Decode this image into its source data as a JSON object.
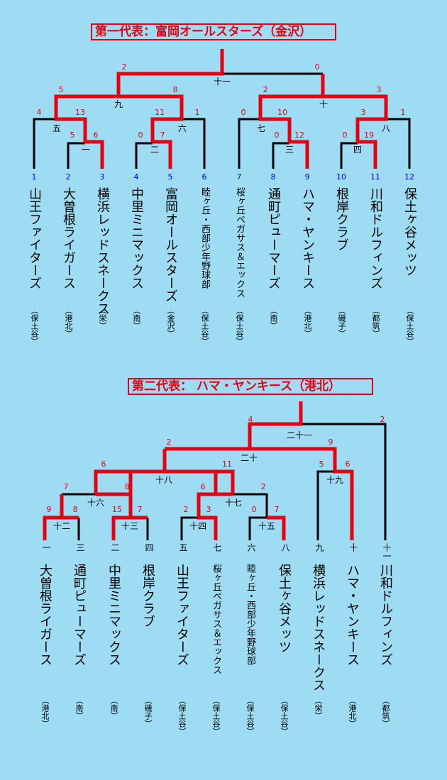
{
  "colors": {
    "background": "#9ddcf2",
    "winner": "#e60012",
    "line": "#000000",
    "seed_num": "#0000ff"
  },
  "bracket1": {
    "title": "第一代表：富岡オールスターズ（金沢）",
    "teams": [
      {
        "num": "1",
        "name": "山王ファイターズ",
        "area": "（保土谷）"
      },
      {
        "num": "2",
        "name": "大曽根ライガース",
        "area": "（港北）"
      },
      {
        "num": "3",
        "name": "横浜レッドスネークス",
        "area": "（栄）"
      },
      {
        "num": "4",
        "name": "中里ミニマックス",
        "area": "（南）"
      },
      {
        "num": "5",
        "name": "富岡オールスターズ",
        "area": "（金沢）"
      },
      {
        "num": "6",
        "name": "睦ヶ丘・西部少年野球部",
        "area": "（保土谷）"
      },
      {
        "num": "7",
        "name": "桜ヶ丘ペガサス＆エックス",
        "area": "（保土谷）"
      },
      {
        "num": "8",
        "name": "通町ピューマーズ",
        "area": "（南）"
      },
      {
        "num": "9",
        "name": "ハマ・ヤンキース",
        "area": "（港北）"
      },
      {
        "num": "10",
        "name": "根岸クラブ",
        "area": "（磯子）"
      },
      {
        "num": "11",
        "name": "川和ドルフィンズ",
        "area": "（都筑）"
      },
      {
        "num": "12",
        "name": "保土ヶ谷メッツ",
        "area": "（保土谷）"
      }
    ],
    "matches": [
      "一",
      "二",
      "三",
      "四",
      "五",
      "六",
      "七",
      "八",
      "九",
      "十",
      "十一"
    ],
    "scores": [
      "4",
      "13",
      "5",
      "6",
      "0",
      "7",
      "11",
      "1",
      "0",
      "10",
      "0",
      "12",
      "0",
      "3",
      "19",
      "1",
      "5",
      "8",
      "2",
      "3",
      "2",
      "0"
    ]
  },
  "bracket2": {
    "title": "第二代表： ハマ・ヤンキース（港北）",
    "slots": [
      "一",
      "三",
      "二",
      "四",
      "五",
      "七",
      "六",
      "八",
      "九",
      "十",
      "十一"
    ],
    "teams": [
      {
        "name": "大曽根ライガース",
        "area": "（港北）"
      },
      {
        "name": "通町ピューマーズ",
        "area": "（南）"
      },
      {
        "name": "中里ミニマックス",
        "area": "（南）"
      },
      {
        "name": "根岸クラブ",
        "area": "（磯子）"
      },
      {
        "name": "山王ファイターズ",
        "area": "（保土谷）"
      },
      {
        "name": "桜ヶ丘ペガサス＆エックス",
        "area": "（保土谷）"
      },
      {
        "name": "睦ヶ丘・西部少年野球部",
        "area": "（保土谷）"
      },
      {
        "name": "保土ヶ谷メッツ",
        "area": "（保土谷）"
      },
      {
        "name": "横浜レッドスネークス",
        "area": "（栄）"
      },
      {
        "name": "ハマ・ヤンキース",
        "area": "（港北）"
      },
      {
        "name": "川和ドルフィンズ",
        "area": "（都筑）"
      }
    ],
    "matches": [
      "十二",
      "十三",
      "十四",
      "十五",
      "十六",
      "十七",
      "十八",
      "十九",
      "二十",
      "二十一"
    ],
    "scores": [
      "9",
      "8",
      "15",
      "7",
      "2",
      "3",
      "0",
      "7",
      "7",
      "8",
      "6",
      "2",
      "6",
      "11",
      "5",
      "6",
      "2",
      "9",
      "4",
      "2"
    ]
  }
}
